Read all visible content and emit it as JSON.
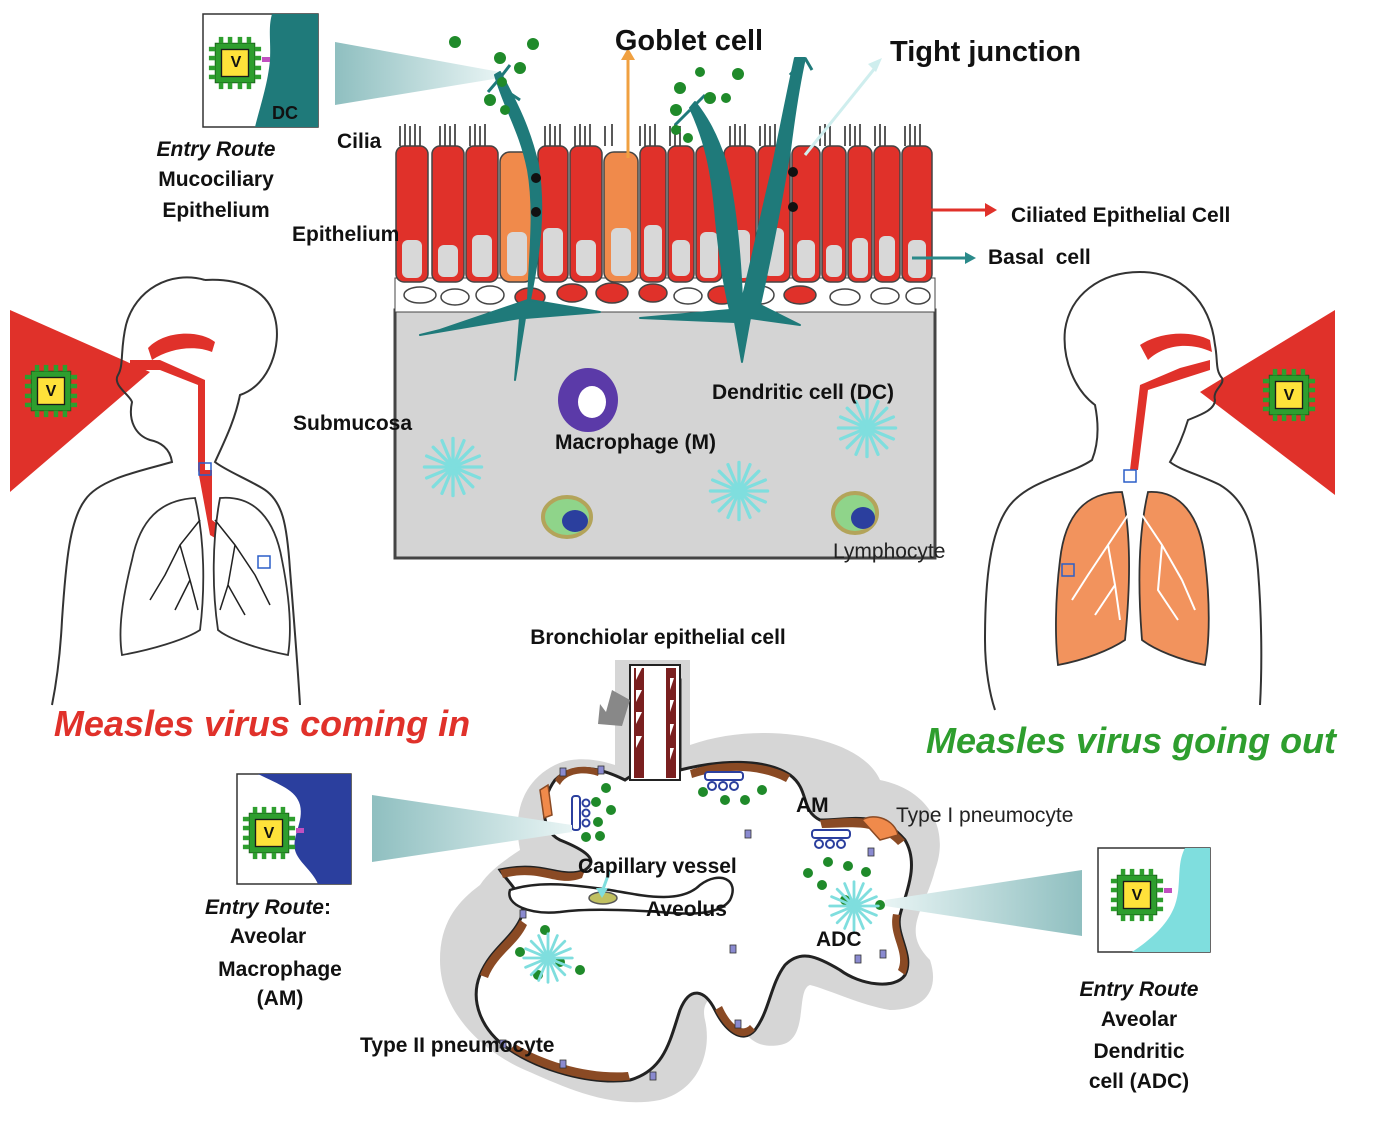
{
  "labels": {
    "goblet_cell": "Goblet cell",
    "tight_junction": "Tight junction",
    "cilia": "Cilia",
    "epithelium": "Epithelium",
    "ciliated_epithelial_cell": "Ciliated Epithelial Cell",
    "basal_cell": "Basal  cell",
    "submucosa": "Submucosa",
    "macrophage": "Macrophage (M)",
    "dendritic_cell": "Dendritic cell (DC)",
    "lymphocyte": "Lymphocyte",
    "bronchiolar_epithelial_cell": "Bronchiolar epithelial cell",
    "am": "AM",
    "type1_pneumocyte": "Type I pneumocyte",
    "capillary_vessel": "Capillary vessel",
    "aveolus": "Aveolus",
    "adc": "ADC",
    "type2_pneumocyte": "Type II pneumocyte"
  },
  "entry_routes": {
    "top": {
      "italic": "Entry Route",
      "line1": "Mucociliary",
      "line2": "Epithelium",
      "inset_label": "DC"
    },
    "left": {
      "italic": "Entry Route",
      "colon": ":",
      "line1": "Aveolar",
      "line2": "Macrophage",
      "line3": "(AM)"
    },
    "right": {
      "italic": "Entry Route",
      "line1": "Aveolar",
      "line2": "Dendritic",
      "line3": "cell (ADC)"
    }
  },
  "titles": {
    "coming_in": "Measles virus coming in",
    "going_out": "Measles virus going out"
  },
  "virus_letter": "V",
  "colors": {
    "virus_red": "#e0312a",
    "virus_green": "#2e9e2e",
    "dc_teal": "#1f7a7a",
    "ciliated_red": "#e0312a",
    "goblet_orange": "#f08a4b",
    "submucosa_gray": "#d4d4d4",
    "macrophage_purple": "#5b3aa8",
    "adc_cyan": "#7fdede",
    "lung_orange": "#f2935d",
    "am_blue": "#2b3f9e"
  },
  "icons": [
    "virus-chip-icon",
    "dendritic-cell-icon",
    "macrophage-icon",
    "lymphocyte-icon",
    "human-torso-icon",
    "lung-icon"
  ]
}
